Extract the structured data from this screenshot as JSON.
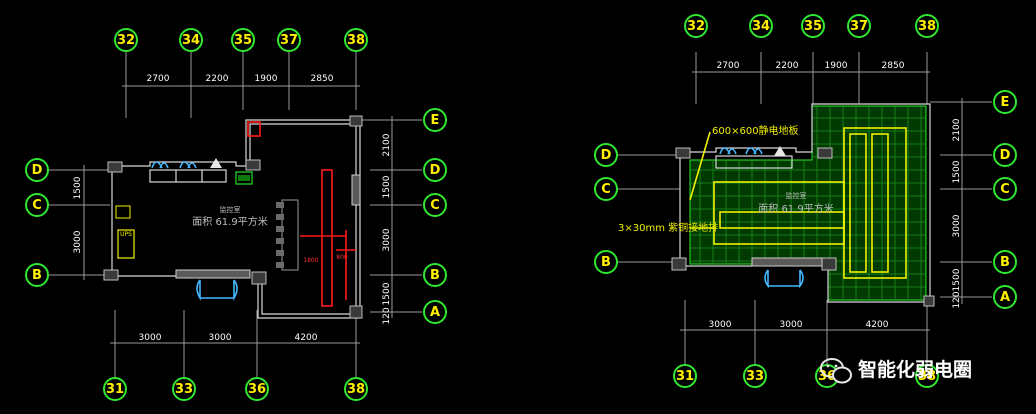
{
  "axes_top": [
    "32",
    "34",
    "35",
    "37",
    "38"
  ],
  "axes_bottom": [
    "31",
    "33",
    "36",
    "38"
  ],
  "axes_side": [
    "E",
    "D",
    "C",
    "B",
    "A"
  ],
  "dims_top": [
    "2700",
    "2200",
    "1900",
    "2850"
  ],
  "dims_bottom": [
    "3000",
    "3000",
    "4200"
  ],
  "dims_left": [
    "1500",
    "3000"
  ],
  "dims_right": [
    "2100",
    "1500",
    "3000",
    "1500",
    "120"
  ],
  "left_plan": {
    "room_name": "监控室",
    "room_area": "面积 61.9平方米",
    "red_dim_a": "1800",
    "red_dim_b": "800",
    "ups_label": "UPS"
  },
  "right_plan": {
    "room_name": "监控室",
    "room_area": "面积 61.9平方米",
    "floor_note": "600×600静电地板",
    "strip_note": "3×30mm 紫铜接地排"
  },
  "watermark": "智能化弱电圈",
  "colors": {
    "bubble": "#2fe82f",
    "axis_text": "#ffee00",
    "wall": "#d8d8d8",
    "cable": "#ff1a1a",
    "grid": "#1f8f1f",
    "strip": "#f0f000"
  }
}
